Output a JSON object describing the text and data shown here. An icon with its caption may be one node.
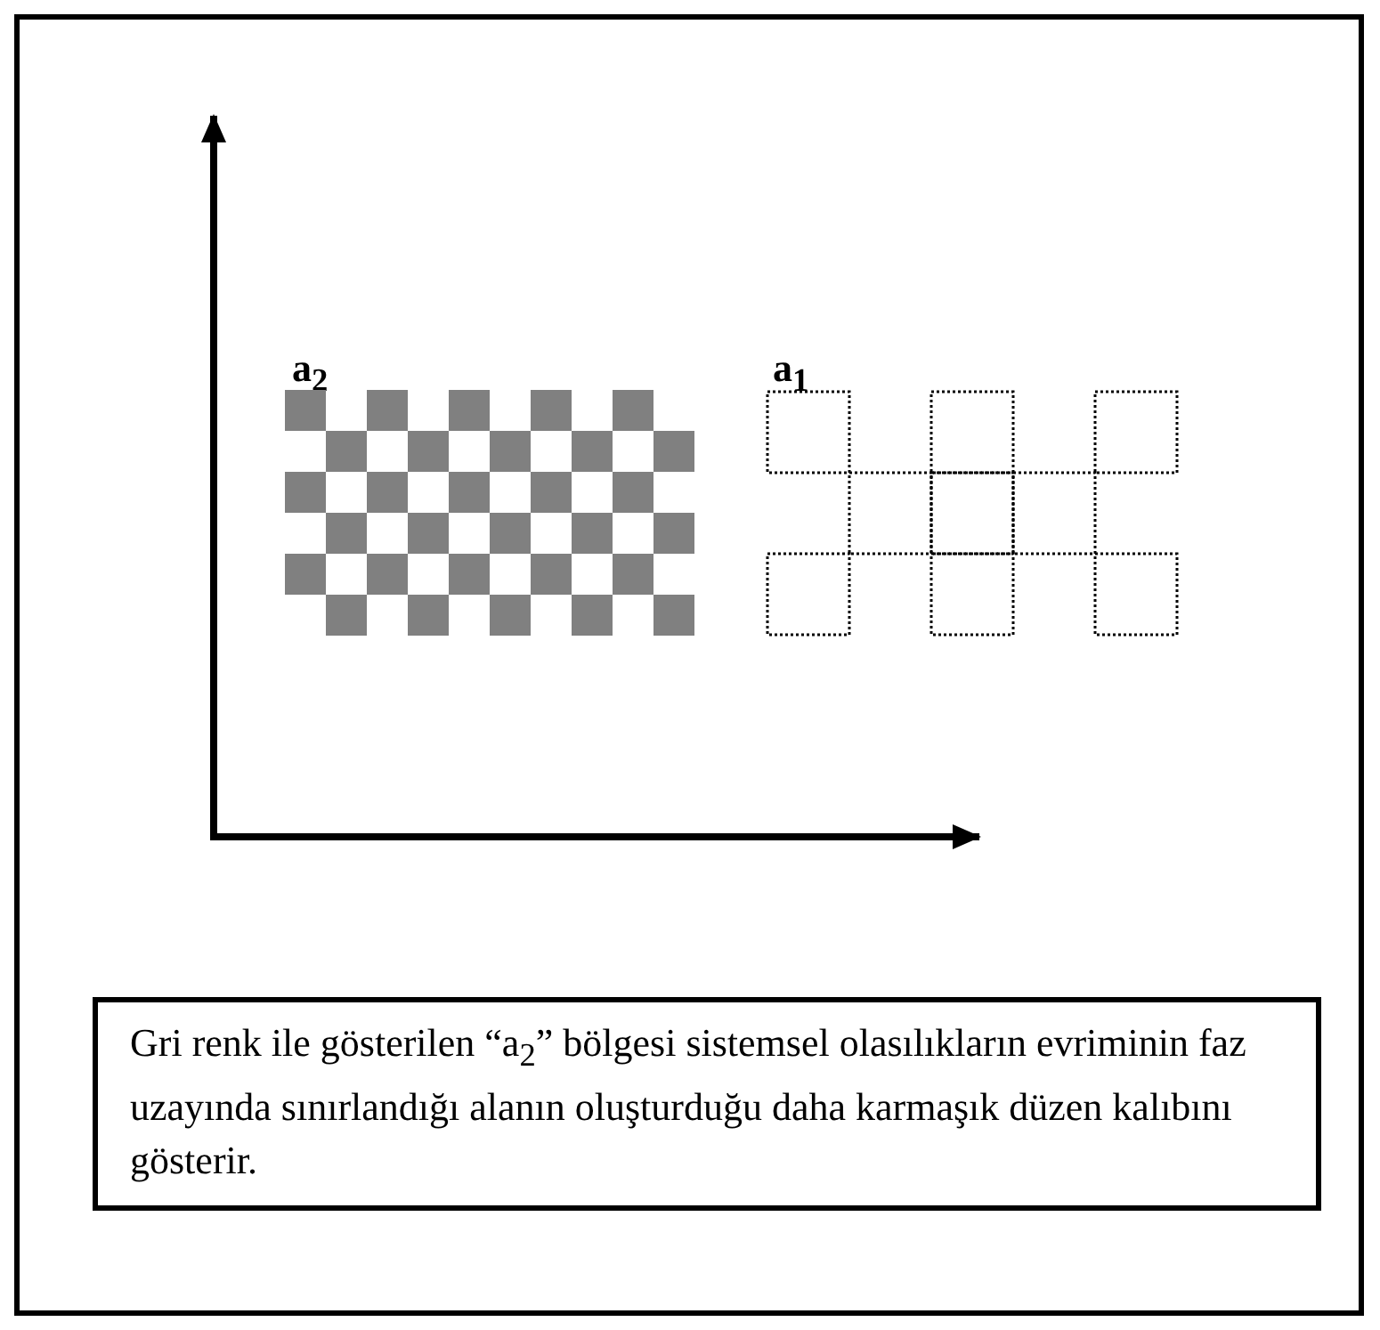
{
  "diagram": {
    "nodes": [
      {
        "text": [
          "a$_{2}$"
        ]
      },
      {
        "text": [
          "a$_{1}$"
        ]
      },
      {
        "text": [
          "Gri renk ile gösterilen “a$_{2}$” bölgesi sistemsel olasılıkların evriminin faz uzayında sınırlandığı alanın oluşturduğu daha karmaşık düzen kalıbını gösterir."
        ]
      }
    ]
  }
}
